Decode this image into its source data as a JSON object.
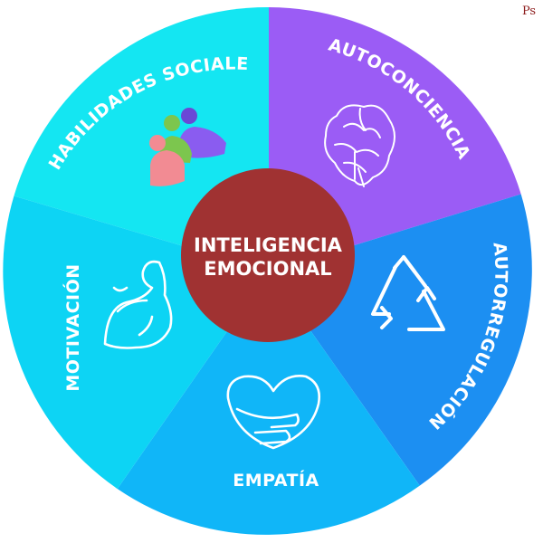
{
  "corner_text": "Ps",
  "center": {
    "line1": "INTELIGENCIA",
    "line2": "EMOCIONAL",
    "color": "#a03232"
  },
  "segments": [
    {
      "label": "HABILIDADES SOCIALES",
      "icon": "people-icon",
      "color": "#14e6f2"
    },
    {
      "label": "AUTOCONCIENCIA",
      "icon": "brain-icon",
      "color": "#9b5cf5"
    },
    {
      "label": "AUTORREGULACIÓN",
      "icon": "recycle-arrows-icon",
      "color": "#1c8ff2"
    },
    {
      "label": "EMPATÍA",
      "icon": "hug-heart-icon",
      "color": "#10b6f8"
    },
    {
      "label": "MOTIVACIÓN",
      "icon": "flexed-arm-icon",
      "color": "#0dd4f4"
    }
  ]
}
